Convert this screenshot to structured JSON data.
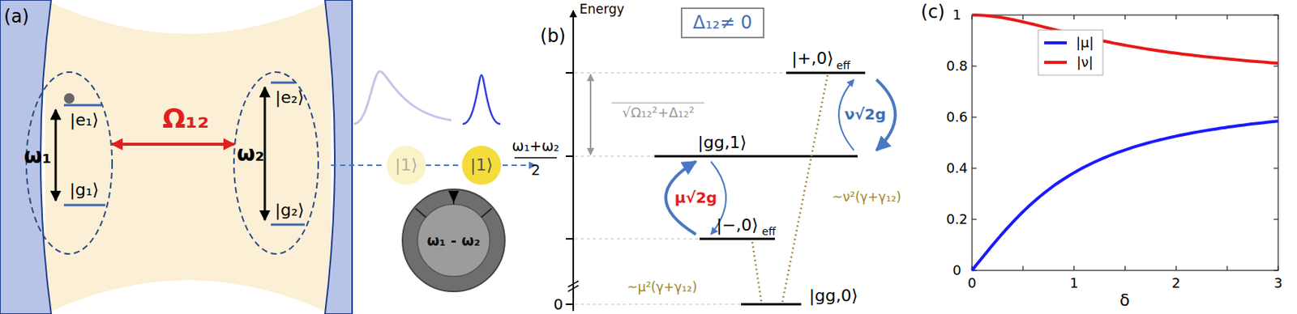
{
  "diagram": {
    "nodes": [
      {
        "text": [
          "|e₁⟩",
          "|g₁⟩",
          "ω₁"
        ]
      },
      {
        "text": [
          "|e₂⟩",
          "|g₂⟩",
          "ω₂"
        ]
      },
      {
        "text": [
          "|1⟩"
        ]
      },
      {
        "text": [
          "|1⟩"
        ]
      },
      {
        "text": [
          "ω₁ - ω₂"
        ]
      },
      {
        "text": [
          "Δ₁₂≠ 0"
        ]
      }
    ],
    "edges": [
      {
        "from": 0,
        "to": 1,
        "label": "Ω₁₂",
        "arrow": "both"
      },
      {
        "from": 2,
        "to": 3,
        "arrow": "none"
      }
    ],
    "labels": [
      "(a)",
      "(b)",
      "Energy",
      "|+,0⟩",
      "eff",
      "√Ω₁₂²+Δ₁₂²",
      "ω₁+ω₂",
      "2",
      "|gg,1⟩",
      "ν√2g",
      "μ√2g",
      "|−,0⟩",
      "eff",
      "~ν²(γ+γ₁₂)",
      "~μ²(γ+γ₁₂)",
      "|gg,0⟩",
      "0",
      "(c)",
      "0",
      "0.2",
      "0.4",
      "0.6",
      "0.8",
      "1",
      "0",
      "1",
      "2",
      "3",
      "δ"
    ],
    "legend": [
      {
        "text": "|μ|"
      },
      {
        "text": "|ν|"
      }
    ]
  }
}
